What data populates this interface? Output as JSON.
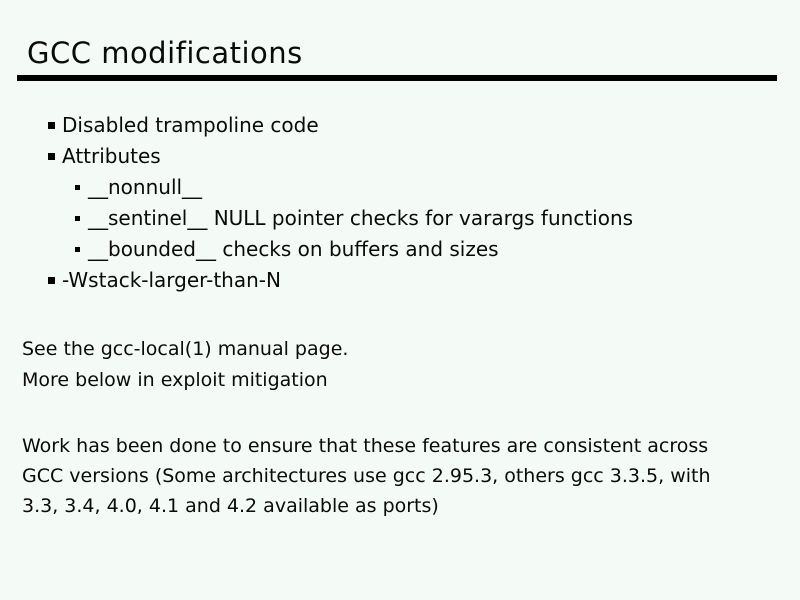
{
  "slide": {
    "title": "GCC modifications",
    "bullets": [
      {
        "level": 1,
        "text": "Disabled trampoline code"
      },
      {
        "level": 1,
        "text": "Attributes"
      },
      {
        "level": 2,
        "text": "__nonnull__"
      },
      {
        "level": 2,
        "text": "__sentinel__ NULL pointer checks for varargs functions"
      },
      {
        "level": 2,
        "text": "__bounded__ checks on buffers and sizes"
      },
      {
        "level": 1,
        "text": "-Wstack-larger-than-N"
      }
    ],
    "note_lines": [
      "See the gcc-local(1) manual page.",
      "More below in exploit mitigation"
    ],
    "paragraph_lines": [
      "Work has been done to ensure that these features are consistent across",
      "GCC versions (Some architectures use gcc 2.95.3, others gcc 3.3.5, with",
      "3.3, 3.4, 4.0, 4.1 and 4.2 available as ports)"
    ],
    "colors": {
      "background": "#f4faf5",
      "text": "#0a0a0a",
      "rule": "#000000",
      "bullet": "#000000"
    }
  }
}
